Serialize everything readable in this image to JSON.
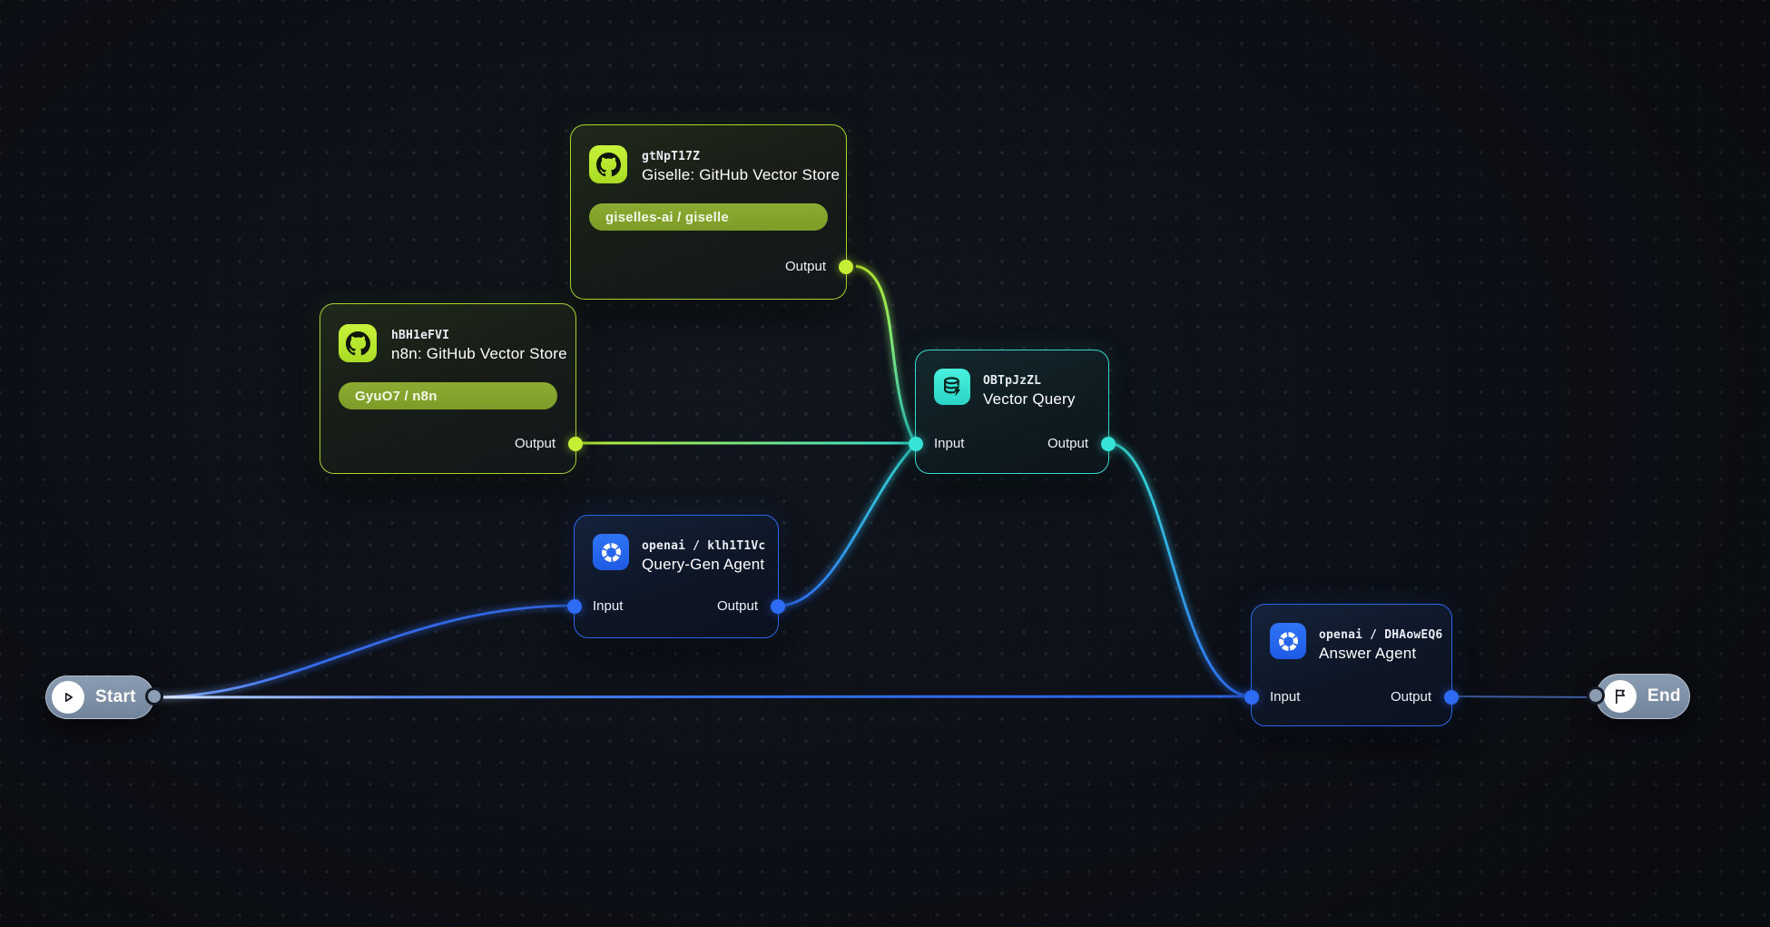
{
  "canvas": {
    "background": "#10141c",
    "dot_color": "#272d38"
  },
  "colors": {
    "lime_accent": "#b0de30",
    "cyan_accent": "#36d9cd",
    "blue_accent": "#2b66e8",
    "slate_pill": "#8a9cb2"
  },
  "nodes": {
    "giselle_store": {
      "id": "gtNpT17Z",
      "title": "Giselle: GitHub Vector Store",
      "badge": "giselles-ai / giselle",
      "output_label": "Output",
      "icon": "github-icon",
      "accent": "#b0de30"
    },
    "n8n_store": {
      "id": "hBH1eFVI",
      "title": "n8n: GitHub Vector Store",
      "badge": "GyuO7 / n8n",
      "output_label": "Output",
      "icon": "github-icon",
      "accent": "#b0de30"
    },
    "vector_query": {
      "id": "OBTpJzZL",
      "title": "Vector Query",
      "input_label": "Input",
      "output_label": "Output",
      "icon": "database-bolt-icon",
      "accent": "#36d9cd"
    },
    "query_gen_agent": {
      "id": "openai / klh1T1Vc",
      "title": "Query-Gen Agent",
      "input_label": "Input",
      "output_label": "Output",
      "icon": "openai-icon",
      "accent": "#2b66e8"
    },
    "answer_agent": {
      "id": "openai / DHAowEQ6",
      "title": "Answer Agent",
      "input_label": "Input",
      "output_label": "Output",
      "icon": "openai-icon",
      "accent": "#2b66e8"
    }
  },
  "terminals": {
    "start": {
      "label": "Start",
      "icon": "play-icon"
    },
    "end": {
      "label": "End",
      "icon": "flag-icon"
    }
  },
  "edges": [
    {
      "from": "giselle_store.output",
      "to": "vector_query.input"
    },
    {
      "from": "n8n_store.output",
      "to": "vector_query.input"
    },
    {
      "from": "query_gen_agent.output",
      "to": "vector_query.input"
    },
    {
      "from": "vector_query.output",
      "to": "answer_agent.input"
    },
    {
      "from": "start",
      "to": "query_gen_agent.input"
    },
    {
      "from": "start",
      "to": "answer_agent.input"
    },
    {
      "from": "answer_agent.output",
      "to": "end"
    }
  ]
}
